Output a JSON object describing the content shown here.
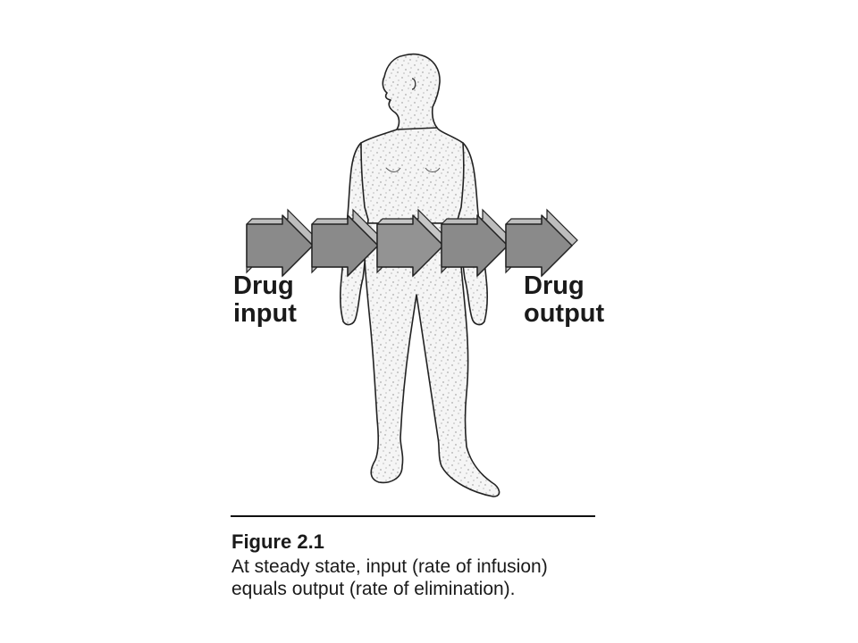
{
  "labels": {
    "input_line1": "Drug",
    "input_line2": "input",
    "output_line1": "Drug",
    "output_line2": "output"
  },
  "caption": {
    "title": "Figure 2.1",
    "line1": "At steady state, input (rate of infusion)",
    "line2": "equals output (rate of elimination)."
  },
  "colors": {
    "body_outline": "#222222",
    "body_fill": "#f4f4f4",
    "arrow_face": "#8a8a8a",
    "arrow_side": "#bdbdbd",
    "ink": "#1a1a1a"
  },
  "arrows": {
    "count": 5
  }
}
